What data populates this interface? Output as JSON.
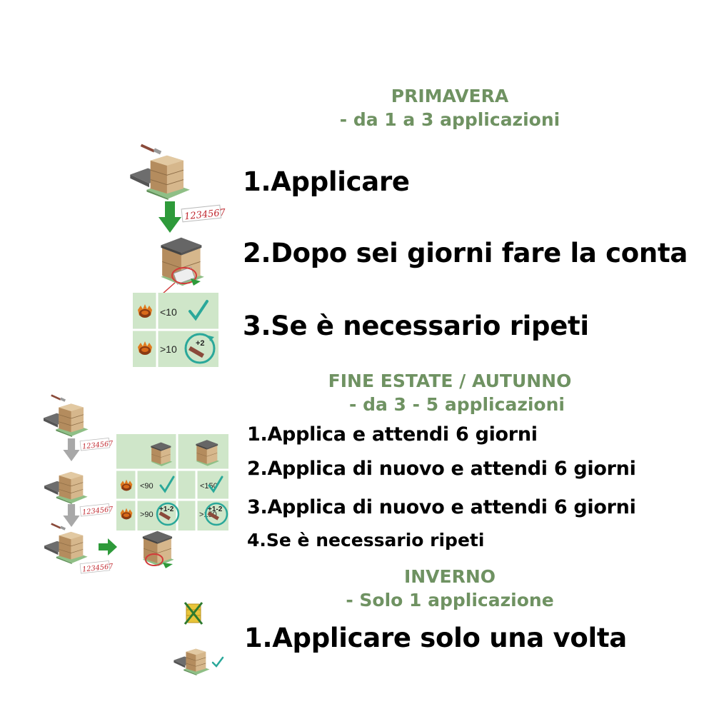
{
  "colors": {
    "heading_green": "#6f9262",
    "arrow_green": "#2e9a3a",
    "grid_green": "#cfe6c9",
    "check_teal": "#2aa89a",
    "counter_red": "#c0282f"
  },
  "icons": [
    "hive-icon",
    "applicator-icon",
    "down-arrow-icon",
    "counter-strip-icon",
    "mite-icon",
    "check-icon",
    "repeat-circle-icon",
    "crossed-feeder-icon",
    "right-arrow-icon"
  ],
  "spring": {
    "title": "PRIMAVERA",
    "subtitle": "- da 1 a 3 applicazioni",
    "steps": [
      "1.Applicare",
      "2.Dopo sei giorni fare la conta",
      "3.Se è necessario ripeti"
    ],
    "grid": [
      {
        "count": "<10",
        "badge": ""
      },
      {
        "count": ">10",
        "badge": "+2"
      }
    ],
    "counter": "1234567"
  },
  "autumn": {
    "title": "FINE ESTATE / AUTUNNO",
    "subtitle": "- da 3 - 5 applicazioni",
    "steps": [
      "1.Applica e attendi 6 giorni",
      "2.Applica di nuovo e attendi 6 giorni",
      "3.Applica di nuovo e attendi 6 giorni",
      "4.Se è necessario ripeti"
    ],
    "grid": {
      "row1": [
        "<90",
        "<150"
      ],
      "row2": [
        ">90",
        ">150"
      ],
      "badge": "+1-2"
    },
    "counter": "1234567"
  },
  "winter": {
    "title": "INVERNO",
    "subtitle": "- Solo 1 applicazione",
    "steps": [
      "1.Applicare solo una volta"
    ]
  }
}
